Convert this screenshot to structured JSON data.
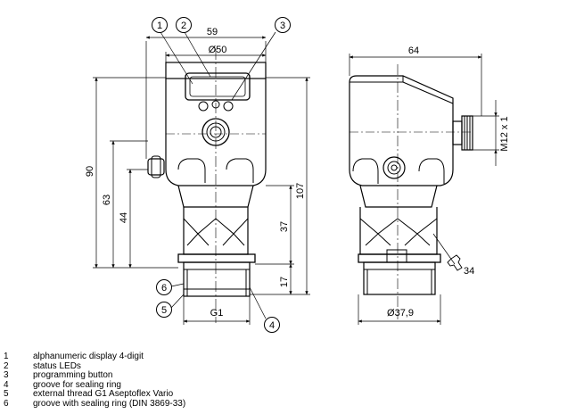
{
  "callouts": [
    "1",
    "2",
    "3",
    "4",
    "5",
    "6"
  ],
  "dimensions": {
    "width_front": "59",
    "dia_front": "Ø50",
    "height_total": "90",
    "height_63": "63",
    "height_44": "44",
    "height_107": "107",
    "height_37": "37",
    "height_17": "17",
    "thread_g1": "G1",
    "width_side": "64",
    "thread_m12": "M12 x 1",
    "wrench_34": "34",
    "dia_side": "Ø37,9"
  },
  "legend": [
    {
      "num": "1",
      "text": "alphanumeric display 4-digit"
    },
    {
      "num": "2",
      "text": "status LEDs"
    },
    {
      "num": "3",
      "text": "programming button"
    },
    {
      "num": "4",
      "text": "groove for sealing ring"
    },
    {
      "num": "5",
      "text": "external thread G1 Aseptoflex Vario"
    },
    {
      "num": "6",
      "text": "groove with sealing ring (DIN 3869-33)"
    }
  ]
}
